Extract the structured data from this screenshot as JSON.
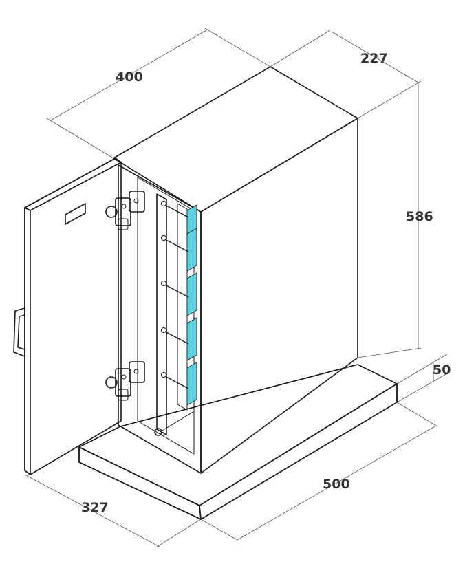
{
  "dimensions": {
    "width_top": "400",
    "depth_top": "227",
    "height": "586",
    "plinth_height": "50",
    "width_bottom": "500",
    "door_width": "327"
  },
  "colors": {
    "panel": "#f2f2f2",
    "top": "#ececec",
    "side": "#f6f6f6",
    "plinth": "#e9e9e9",
    "interior": "#fafafa",
    "tray": "#5ad0e0",
    "outline": "#1a1a1a",
    "label": "#333333"
  }
}
